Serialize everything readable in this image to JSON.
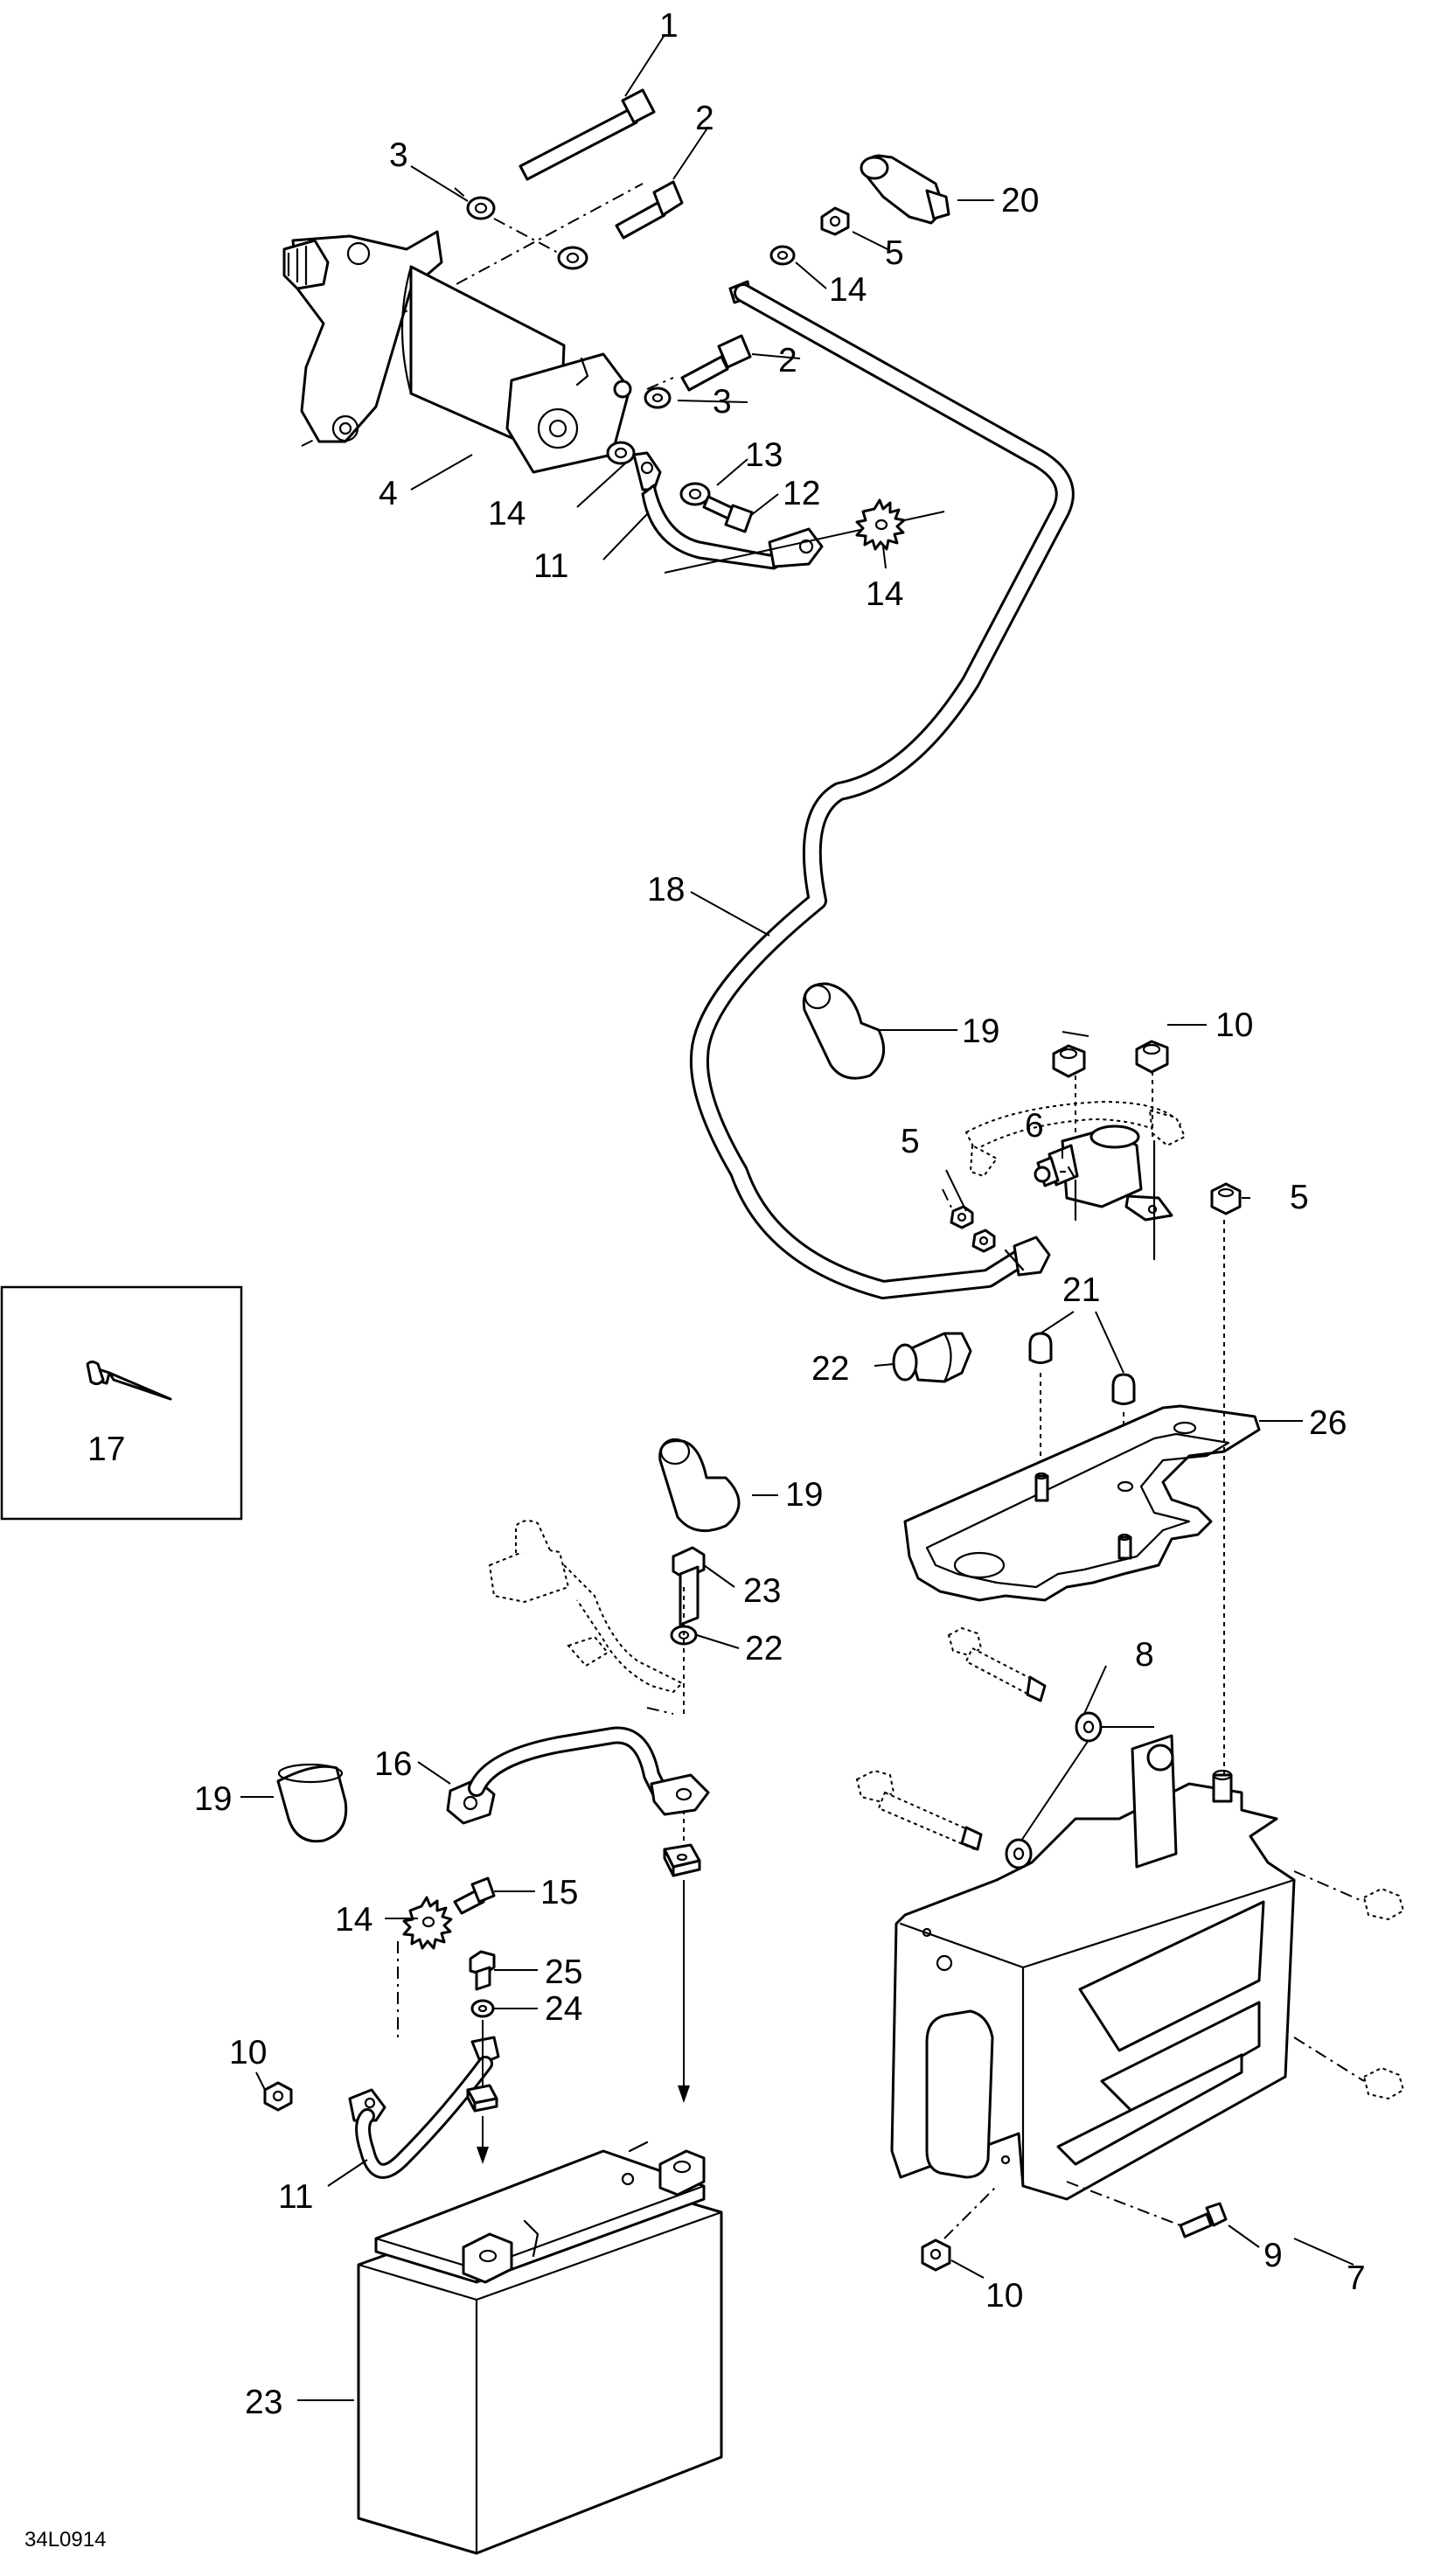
{
  "diagram": {
    "reference_code": "34L0914",
    "callouts": [
      {
        "id": "c1",
        "label": "1"
      },
      {
        "id": "c2a",
        "label": "2"
      },
      {
        "id": "c2b",
        "label": "2"
      },
      {
        "id": "c3a",
        "label": "3"
      },
      {
        "id": "c3b",
        "label": "3"
      },
      {
        "id": "c4",
        "label": "4"
      },
      {
        "id": "c5a",
        "label": "5"
      },
      {
        "id": "c5b",
        "label": "5"
      },
      {
        "id": "c5c",
        "label": "5"
      },
      {
        "id": "c6",
        "label": "6"
      },
      {
        "id": "c7",
        "label": "7"
      },
      {
        "id": "c8",
        "label": "8"
      },
      {
        "id": "c9",
        "label": "9"
      },
      {
        "id": "c10a",
        "label": "10"
      },
      {
        "id": "c10b",
        "label": "10"
      },
      {
        "id": "c10c",
        "label": "10"
      },
      {
        "id": "c11a",
        "label": "11"
      },
      {
        "id": "c11b",
        "label": "11"
      },
      {
        "id": "c12",
        "label": "12"
      },
      {
        "id": "c13",
        "label": "13"
      },
      {
        "id": "c14a",
        "label": "14"
      },
      {
        "id": "c14b",
        "label": "14"
      },
      {
        "id": "c14c",
        "label": "14"
      },
      {
        "id": "c14d",
        "label": "14"
      },
      {
        "id": "c15",
        "label": "15"
      },
      {
        "id": "c16",
        "label": "16"
      },
      {
        "id": "c17",
        "label": "17"
      },
      {
        "id": "c18",
        "label": "18"
      },
      {
        "id": "c19a",
        "label": "19"
      },
      {
        "id": "c19b",
        "label": "19"
      },
      {
        "id": "c19c",
        "label": "19"
      },
      {
        "id": "c20",
        "label": "20"
      },
      {
        "id": "c21",
        "label": "21"
      },
      {
        "id": "c22a",
        "label": "22"
      },
      {
        "id": "c22b",
        "label": "22"
      },
      {
        "id": "c23a",
        "label": "23"
      },
      {
        "id": "c23b",
        "label": "23"
      },
      {
        "id": "c24",
        "label": "24"
      },
      {
        "id": "c25",
        "label": "25"
      },
      {
        "id": "c26",
        "label": "26"
      }
    ]
  }
}
